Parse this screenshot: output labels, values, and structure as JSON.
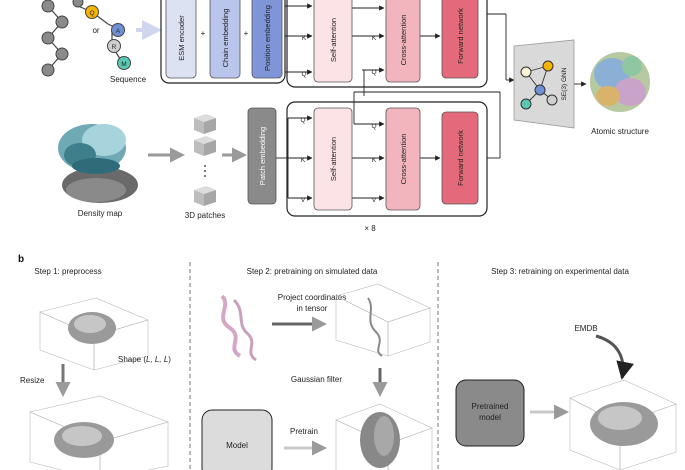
{
  "panel_b": {
    "letter": "b"
  },
  "pipeline": {
    "sequence": {
      "or_word": "or",
      "node_letters": [
        "Q",
        "A",
        "R",
        "M"
      ],
      "label": "Sequence"
    },
    "encoders": [
      "ESM encoder",
      "Chain embedding",
      "Position embedding"
    ],
    "plus": "+",
    "attention_blocks": {
      "self_attention": "Self-attention",
      "cross_attention": "Cross-attention",
      "forward_network": "Forward network",
      "qkv": [
        "Q",
        "K",
        "V"
      ]
    },
    "repeat": "× 8",
    "density_map_label": "Density map",
    "patches_label": "3D patches",
    "patch_embedding": "Patch embedding",
    "gnn_label": "SE(3) GNN",
    "output_label": "Atomic structure"
  },
  "steps": {
    "step1": {
      "title": "Step 1: preprocess",
      "shape_prefix": "Shape (",
      "shape_vars": "L, L, L",
      "shape_suffix": ")",
      "resize": "Resize"
    },
    "step2": {
      "title": "Step 2: pretraining on simulated data",
      "project": [
        "Project coordinates",
        "in tensor"
      ],
      "gaussian": "Gaussian filter",
      "model": "Model",
      "pretrain": "Pretrain"
    },
    "step3": {
      "title": "Step 3: retraining on experimental data",
      "emdb": "EMDB",
      "pretrained_model": [
        "Pretrained",
        "model"
      ]
    }
  },
  "colors": {
    "encoder_esm": "#dde2f2",
    "encoder_chain": "#b9c5ea",
    "encoder_pos": "#7f95d8",
    "self_attention": "#fbe3e6",
    "cross_attention": "#f2b5be",
    "forward_network": "#e46a7b",
    "node_yellow": "#f4b400",
    "node_blue": "#6f8fd6",
    "node_teal": "#5bc8b4",
    "arrow_grey": "#8c8c8c"
  }
}
